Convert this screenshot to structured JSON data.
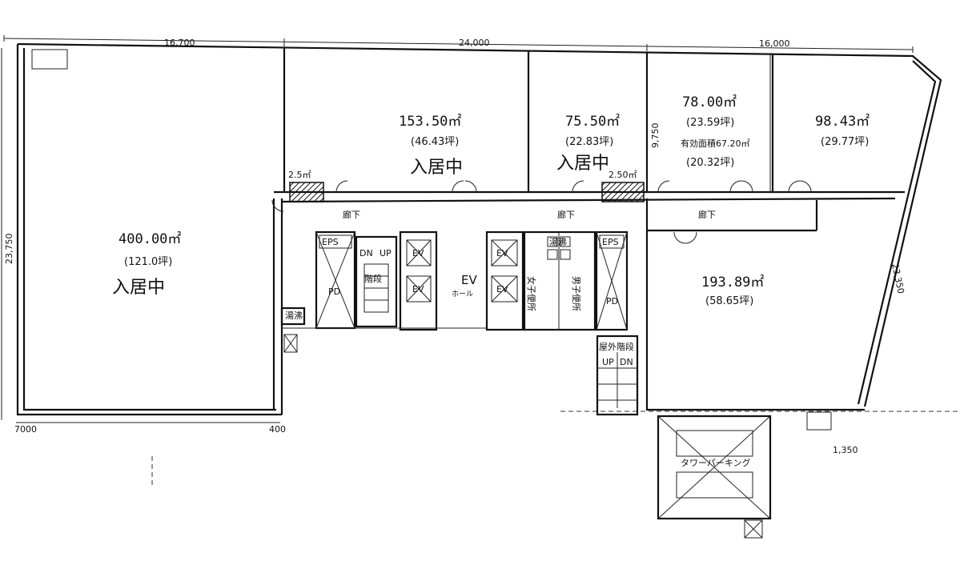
{
  "dimensions": {
    "top_left": "16,700",
    "top_center": "24,000",
    "top_right": "16,000",
    "left_side": "23,750",
    "right_side": "23,350",
    "east_offset": "9,750",
    "bottom_right": "1,350",
    "bottom_left_a": "7000",
    "bottom_left_b": "400"
  },
  "units": [
    {
      "area": "400.00㎡",
      "tsubo": "(121.0坪)",
      "status": "入居中"
    },
    {
      "area": "153.50㎡",
      "tsubo": "(46.43坪)",
      "status": "入居中"
    },
    {
      "area": "75.50㎡",
      "tsubo": "(22.83坪)",
      "status": "入居中"
    },
    {
      "area": "78.00㎡",
      "tsubo": "(23.59坪)",
      "effective": "有効面積67.20㎡",
      "effective_tsubo": "(20.32坪)"
    },
    {
      "area": "98.43㎡",
      "tsubo": "(29.77坪)"
    },
    {
      "area": "193.89㎡",
      "tsubo": "(58.65坪)"
    }
  ],
  "small_rooms": {
    "left": "2.5㎡",
    "right": "2.50㎡"
  },
  "corridor_labels": [
    "廊下",
    "廊下",
    "廊下"
  ],
  "core": {
    "eps_left": "EPS",
    "eps_right": "EPS",
    "stairs_dn": "DN",
    "stairs_up": "UP",
    "stairs_label": "階段",
    "pd": "PD",
    "ev": "EV",
    "ev_hall": "EV",
    "ev_hall_sub": "ホール",
    "yutoh_left": "湯沸",
    "yutoh_right": "湯沸",
    "womens": "女子便所",
    "mens": "男子便所",
    "outdoor_stairs": "屋外階段",
    "outdoor_up": "UP",
    "outdoor_dn": "DN"
  },
  "tower_parking": "タワーパーキング"
}
